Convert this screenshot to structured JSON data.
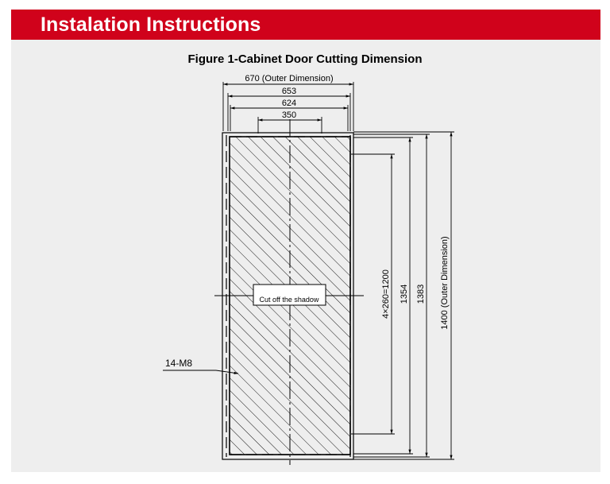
{
  "header": {
    "title": "Instalation Instructions"
  },
  "figure": {
    "title": "Figure 1-Cabinet Door Cutting Dimension",
    "dimensions": {
      "outer_width": "670 (Outer Dimension)",
      "width_653": "653",
      "width_624": "624",
      "width_350": "350",
      "hole_spacing": "4×260=1200",
      "height_1354": "1354",
      "height_1383": "1383",
      "outer_height": "1400 (Outer Dimension)"
    },
    "labels": {
      "cut_note": "Cut off the shadow",
      "bolt_callout": "14-M8"
    }
  },
  "colors": {
    "header_bg": "#d0021b",
    "panel_bg": "#eeeeee",
    "line": "#000000"
  }
}
